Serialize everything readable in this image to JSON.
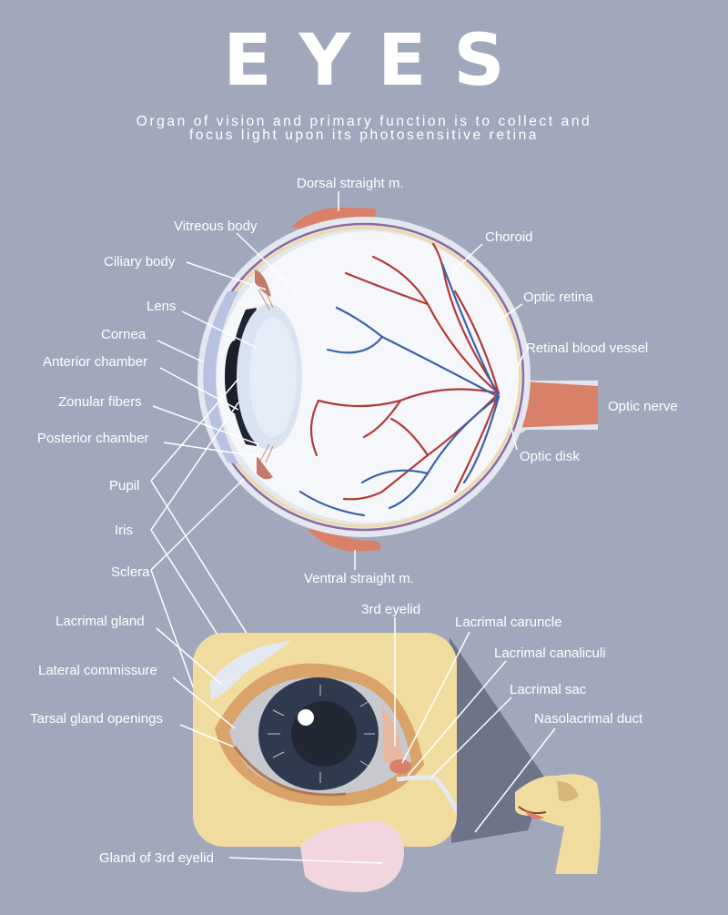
{
  "title": "EYES",
  "subtitle": "Organ of vision and primary function is to collect and focus light upon its photosensitive retina",
  "labels": {
    "dorsal_straight": "Dorsal straight m.",
    "vitreous_body": "Vitreous body",
    "choroid": "Choroid",
    "ciliary_body": "Ciliary body",
    "optic_retina": "Optic retina",
    "lens": "Lens",
    "cornea": "Cornea",
    "retinal_blood_vessel": "Retinal blood vessel",
    "anterior_chamber": "Anterior chamber",
    "optic_nerve": "Optic nerve",
    "zonular_fibers": "Zonular fibers",
    "posterior_chamber": "Posterior chamber",
    "optic_disk": "Optic disk",
    "pupil": "Pupil",
    "iris": "Iris",
    "sclera": "Sclera",
    "ventral_straight": "Ventral straight m.",
    "third_eyelid": "3rd eyelid",
    "lacrimal_gland": "Lacrimal gland",
    "lacrimal_caruncle": "Lacrimal caruncle",
    "lacrimal_canaliculi": "Lacrimal canaliculi",
    "lateral_commissure": "Lateral commissure",
    "lacrimal_sac": "Lacrimal sac",
    "tarsal_gland_openings": "Tarsal gland openings",
    "nasolacrimal_duct": "Nasolacrimal duct",
    "gland_third_eyelid": "Gland of 3rd eyelid"
  },
  "colors": {
    "background": "#a2a8bc",
    "sclera": "#eef0f4",
    "vessel_red": "#b23a3a",
    "vessel_blue": "#3a62a8",
    "muscle": "#d98068",
    "skin": "#f1dca0",
    "iris": "#2f3a4e"
  }
}
